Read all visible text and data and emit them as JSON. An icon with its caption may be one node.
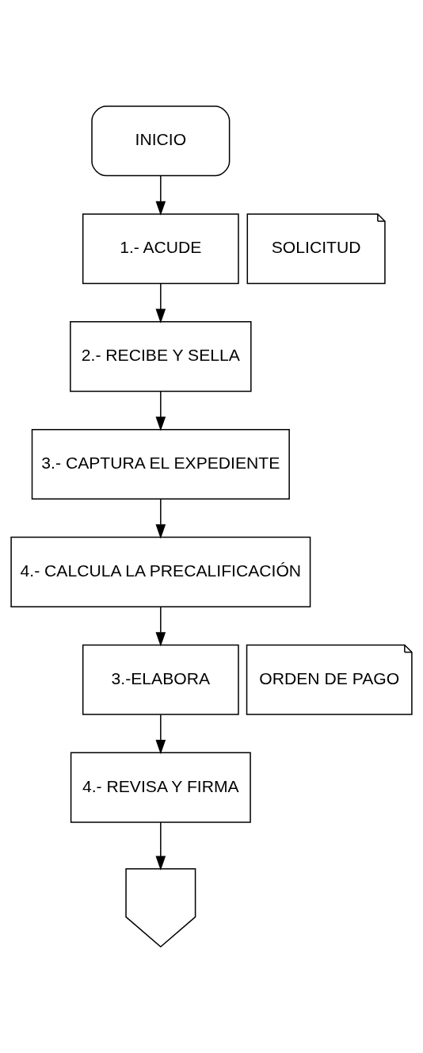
{
  "diagram": {
    "nodes": [
      {
        "text": [
          "INICIO"
        ]
      },
      {
        "text": [
          "1.- ACUDE"
        ]
      },
      {
        "text": [
          "SOLICITUD"
        ]
      },
      {
        "text": [
          "2.- RECIBE Y SELLA"
        ]
      },
      {
        "text": [
          "3.- CAPTURA EL EXPEDIENTE"
        ]
      },
      {
        "text": [
          "4.- CALCULA LA PRECALIFICACIÓN"
        ]
      },
      {
        "text": [
          "3.-ELABORA"
        ]
      },
      {
        "text": [
          "ORDEN DE PAGO"
        ]
      },
      {
        "text": [
          "4.- REVISA Y FIRMA"
        ]
      },
      {
        "text": [],
        "shape": "pentagon"
      }
    ],
    "edges": [
      {
        "from": 0,
        "to": 1,
        "arrow": "to"
      },
      {
        "from": 1,
        "to": 3,
        "arrow": "to"
      },
      {
        "from": 3,
        "to": 4,
        "arrow": "to"
      },
      {
        "from": 4,
        "to": 5,
        "arrow": "to"
      },
      {
        "from": 5,
        "to": 6,
        "arrow": "to"
      },
      {
        "from": 6,
        "to": 8,
        "arrow": "to"
      },
      {
        "from": 8,
        "to": 9,
        "arrow": "to"
      }
    ]
  }
}
